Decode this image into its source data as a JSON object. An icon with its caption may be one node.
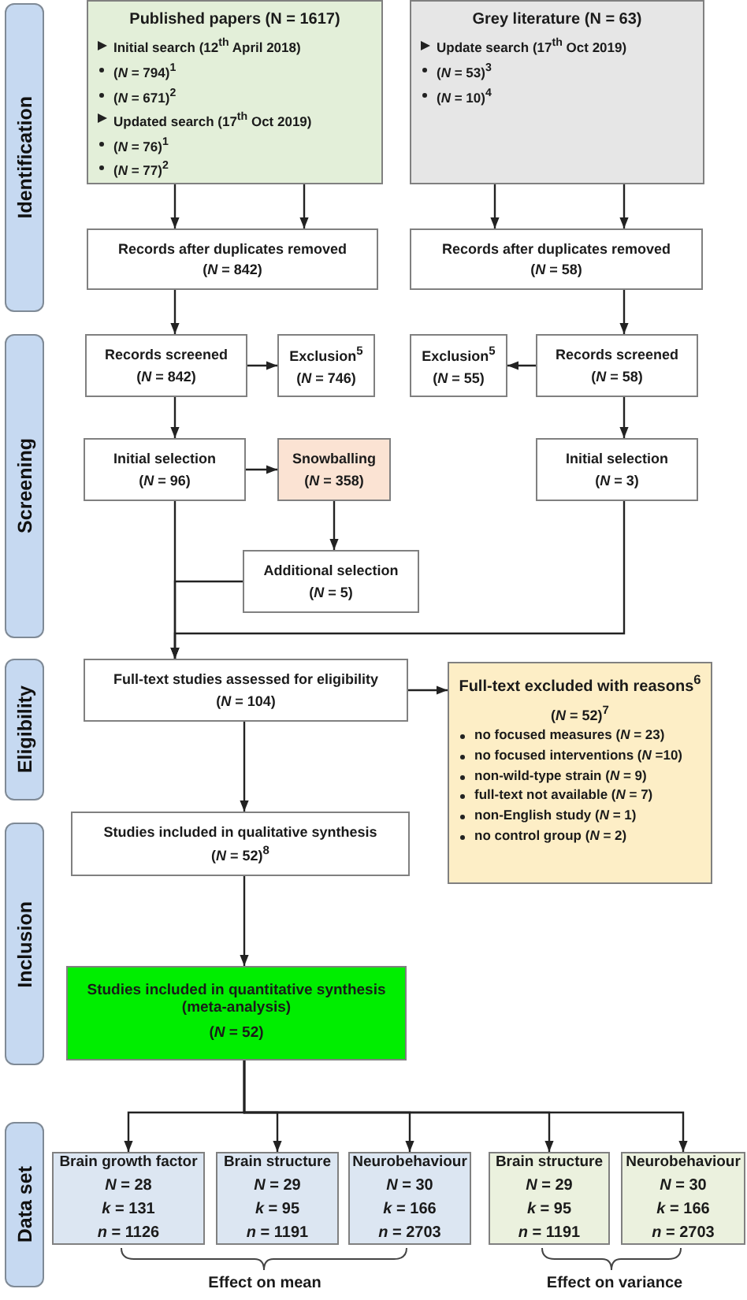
{
  "diagram": {
    "nodes": [
      {
        "text": [
          "Identification"
        ]
      },
      {
        "text": [
          "Screening"
        ]
      },
      {
        "text": [
          "Eligibility"
        ]
      },
      {
        "text": [
          "Inclusion"
        ]
      },
      {
        "text": [
          "Data set"
        ]
      },
      {
        "text": [
          "Published papers (N = 1617)",
          "Initial search (12$^{th}$ April 2018)",
          "(*N* = 794)$^{1}$",
          "(*N* = 671)$^{2}$",
          "Updated search (17$^{th}$ Oct 2019)",
          "(*N* = 76)$^{1}$",
          "(*N* = 77)$^{2}$"
        ]
      },
      {
        "text": [
          "Grey literature (N = 63)",
          "Update search (17$^{th}$ Oct 2019)",
          "(*N* = 53)$^{3}$",
          "(*N* = 10)$^{4}$"
        ]
      },
      {
        "text": [
          "Records after duplicates removed",
          "(*N* = 842)"
        ]
      },
      {
        "text": [
          "Records after duplicates removed",
          "(*N* = 58)"
        ]
      },
      {
        "text": [
          "Records screened",
          "(*N* = 842)"
        ]
      },
      {
        "text": [
          "Exclusion$^{5}$",
          "(*N* = 746)"
        ]
      },
      {
        "text": [
          "Exclusion$^{5}$",
          "(*N* = 55)"
        ]
      },
      {
        "text": [
          "Records screened",
          "(*N* = 58)"
        ]
      },
      {
        "text": [
          "Initial selection",
          "(*N* = 96)"
        ]
      },
      {
        "text": [
          "Snowballing",
          "(*N* = 358)"
        ]
      },
      {
        "text": [
          "Additional selection",
          "(*N* = 5)"
        ]
      },
      {
        "text": [
          "Initial selection",
          "(*N* = 3)"
        ]
      },
      {
        "text": [
          "Full-text studies assessed for eligibility",
          "(*N* = 104)"
        ]
      },
      {
        "text": [
          "Full-text excluded with reasons$^{6}$",
          "(*N* = 52)$^{7}$",
          "no focused measures (*N* = 23)",
          "no focused interventions (*N* =10)",
          "non-wild-type strain (*N* = 9)",
          "full-text not available (*N* = 7)",
          "non-English study (*N* =  1)",
          "no control group (*N* = 2)"
        ]
      },
      {
        "text": [
          "Studies included in qualitative synthesis",
          "(*N* = 52)$^{8}$"
        ]
      },
      {
        "text": [
          "Studies included in quantitative synthesis (meta-analysis)",
          "(*N* = 52)"
        ]
      },
      {
        "text": [
          "Brain growth factor",
          "*N* =  28",
          "*k* = 131",
          "*n* = 1126"
        ]
      },
      {
        "text": [
          "Brain structure",
          "*N* =  29",
          "*k* = 95",
          "*n* = 1191"
        ]
      },
      {
        "text": [
          "Neurobehaviour",
          "*N* =  30",
          "*k* = 166",
          "*n* = 2703"
        ]
      },
      {
        "text": [
          "Brain structure",
          "*N* =  29",
          "*k* = 95",
          "*n* = 1191"
        ]
      },
      {
        "text": [
          "Neurobehaviour",
          "*N* =  30",
          "*k* = 166",
          "*n* = 2703"
        ]
      }
    ],
    "edges": [
      {
        "from": 5,
        "to": 7,
        "arrow": "to"
      },
      {
        "from": 5,
        "to": 7,
        "arrow": "to"
      },
      {
        "from": 6,
        "to": 8,
        "arrow": "to"
      },
      {
        "from": 6,
        "to": 8,
        "arrow": "to"
      },
      {
        "from": 7,
        "to": 9,
        "arrow": "to"
      },
      {
        "from": 8,
        "to": 12,
        "arrow": "to"
      },
      {
        "from": 9,
        "to": 10,
        "arrow": "to"
      },
      {
        "from": 12,
        "to": 11,
        "arrow": "to"
      },
      {
        "from": 9,
        "to": 13,
        "arrow": "to"
      },
      {
        "from": 12,
        "to": 16,
        "arrow": "to"
      },
      {
        "from": 13,
        "to": 14,
        "arrow": "to"
      },
      {
        "from": 14,
        "to": 15,
        "arrow": "to"
      },
      {
        "from": 15,
        "to": 17,
        "arrow": "to"
      },
      {
        "from": 13,
        "to": 17,
        "arrow": "to"
      },
      {
        "from": 16,
        "to": 17,
        "arrow": "to"
      },
      {
        "from": 17,
        "to": 18,
        "arrow": "to"
      },
      {
        "from": 17,
        "to": 19,
        "arrow": "to"
      },
      {
        "from": 19,
        "to": 20,
        "arrow": "to"
      },
      {
        "from": 20,
        "to": 21,
        "arrow": "to"
      },
      {
        "from": 20,
        "to": 22,
        "arrow": "to"
      },
      {
        "from": 20,
        "to": 23,
        "arrow": "to"
      },
      {
        "from": 20,
        "to": 24,
        "arrow": "to"
      },
      {
        "from": 20,
        "to": 25,
        "arrow": "to"
      }
    ],
    "labels": [
      "Effect on mean",
      "Effect on variance"
    ]
  }
}
